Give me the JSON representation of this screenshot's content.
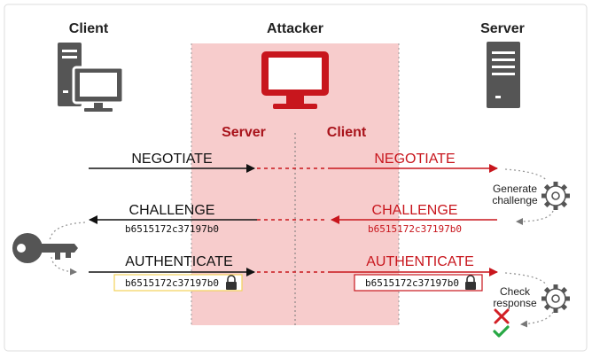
{
  "columns": {
    "client": "Client",
    "attacker": "Attacker",
    "server": "Server"
  },
  "attacker_roles": {
    "server": "Server",
    "client": "Client"
  },
  "messages": {
    "negotiate": "NEGOTIATE",
    "challenge": "CHALLENGE",
    "authenticate": "AUTHENTICATE"
  },
  "challenge_value": "b6515172c37197b0",
  "server_actions": {
    "generate_challenge": [
      "Generate",
      "challenge"
    ],
    "check_response": [
      "Check",
      "response"
    ]
  },
  "colors": {
    "attacker_zone": "#f7cccc",
    "attacker_red": "#c8161d",
    "dark": "#111111",
    "icon_gray": "#555555",
    "client_box_border": "#f2d25a",
    "check_green": "#27a844",
    "cross_red": "#d21f25"
  },
  "icons": [
    "client-computer-icon",
    "attacker-monitor-icon",
    "server-tower-icon",
    "key-icon",
    "gear-icon",
    "lock-icon",
    "cross-icon",
    "check-icon"
  ]
}
